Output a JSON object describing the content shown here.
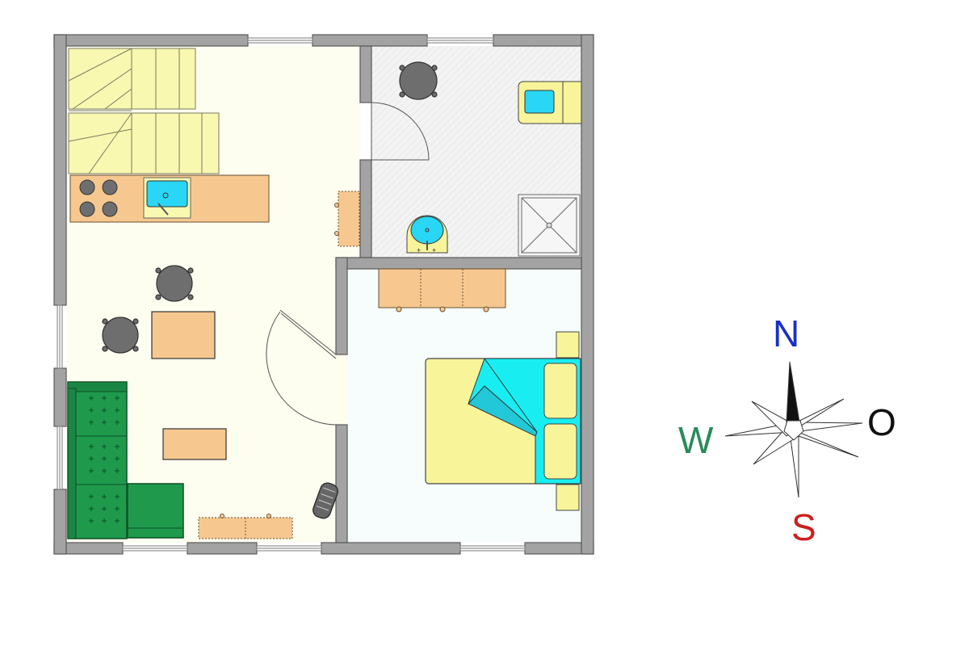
{
  "compass": {
    "north": "N",
    "east": "O",
    "south": "S",
    "west": "W"
  },
  "colors": {
    "wall": "#a3a3a3",
    "living_floor": "#fdfdf0",
    "bath_floor": "#f2f2f2",
    "bedroom_floor": "#f7fcfd",
    "stairs": "#f8f8b0",
    "counter": "#f6c890",
    "water": "#2ad6f5",
    "sofa": "#1f9a4d",
    "bed_frame": "#f8f49a",
    "duvet": "#18eef2",
    "table_grey": "#707070",
    "north_color": "#1a2fc4",
    "east_color": "#111111",
    "south_color": "#cc1f1f",
    "west_color": "#2a8a5a"
  }
}
